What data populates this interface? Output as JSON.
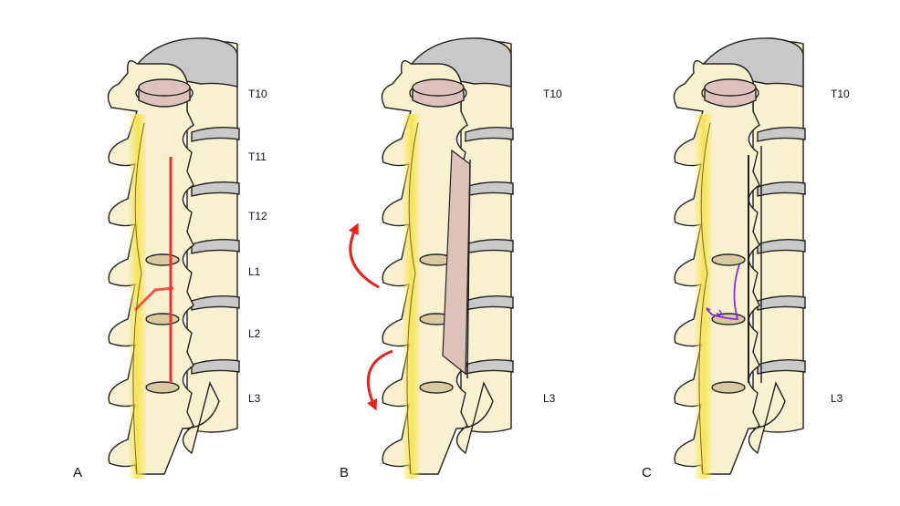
{
  "panels": [
    {
      "id": "A",
      "label": "A",
      "levels": [
        "T10",
        "T11",
        "T12",
        "L1",
        "L2",
        "L3"
      ]
    },
    {
      "id": "B",
      "label": "B",
      "levels": [
        "T10",
        "L3"
      ]
    },
    {
      "id": "C",
      "label": "C",
      "levels": [
        "T10",
        "L3"
      ]
    }
  ],
  "colors": {
    "bone": "#f9f0d0",
    "disc": "#c9c9c9",
    "dura": "#dcc2b8",
    "nerve": "#f6e34e",
    "incision": "#e8322f",
    "arrow": "#e8211b",
    "suture": "#8a2be2",
    "outline": "#222222"
  }
}
